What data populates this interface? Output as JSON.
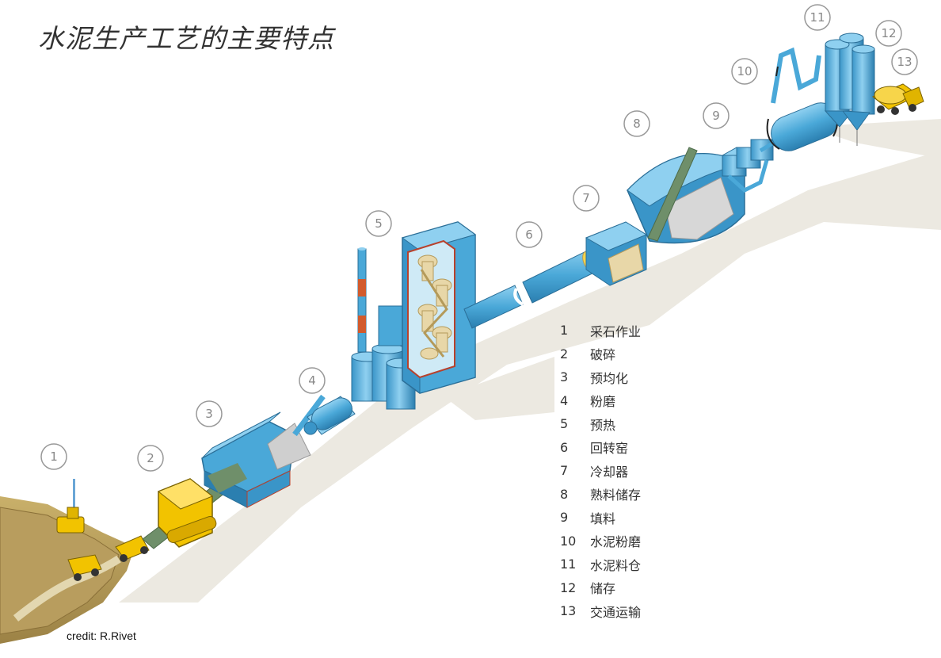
{
  "title": "水泥生产工艺的主要特点",
  "credit": "credit: R.Rivet",
  "legend": [
    {
      "num": "1",
      "label": "采石作业"
    },
    {
      "num": "2",
      "label": "破碎"
    },
    {
      "num": "3",
      "label": "预均化"
    },
    {
      "num": "4",
      "label": "粉磨"
    },
    {
      "num": "5",
      "label": "预热"
    },
    {
      "num": "6",
      "label": "回转窑"
    },
    {
      "num": "7",
      "label": "冷却器"
    },
    {
      "num": "8",
      "label": "熟料储存"
    },
    {
      "num": "9",
      "label": "填料"
    },
    {
      "num": "10",
      "label": "水泥粉磨"
    },
    {
      "num": "11",
      "label": "水泥料仓"
    },
    {
      "num": "12",
      "label": "储存"
    },
    {
      "num": "13",
      "label": "交通运输"
    }
  ],
  "stage_badges": [
    "1",
    "2",
    "3",
    "4",
    "5",
    "6",
    "7",
    "8",
    "9",
    "10",
    "11",
    "12",
    "13"
  ],
  "colors": {
    "equipment_blue": "#4aa8d8",
    "equipment_dark": "#2b7fb0",
    "vehicle_yellow": "#f2c300",
    "ground": "#b49a5a",
    "shadow": "#ece9e1",
    "material": "#e8d7a8",
    "outline_red": "#b8412c"
  }
}
